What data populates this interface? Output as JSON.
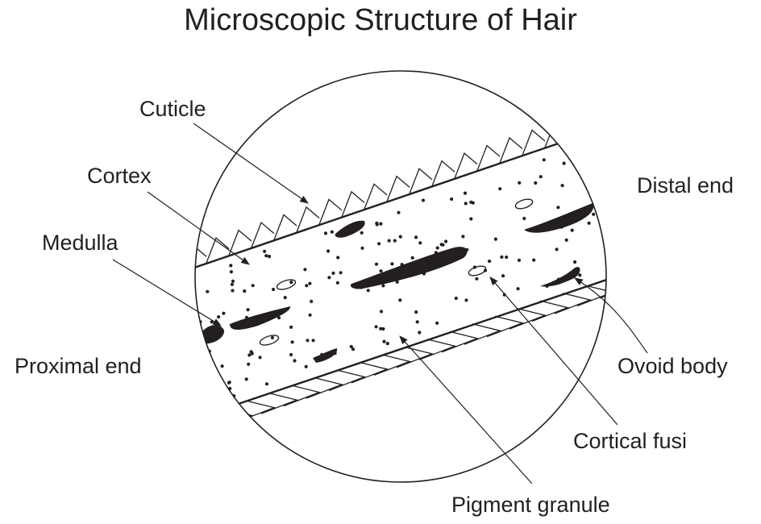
{
  "title": "Microscopic Structure of Hair",
  "labels": {
    "cuticle": "Cuticle",
    "cortex": "Cortex",
    "medulla": "Medulla",
    "distal_end": "Distal end",
    "proximal_end": "Proximal end",
    "ovoid_body": "Ovoid body",
    "cortical_fusi": "Cortical fusi",
    "pigment_granule": "Pigment granule"
  },
  "colors": {
    "ink": "#231f20",
    "background": "#ffffff"
  }
}
